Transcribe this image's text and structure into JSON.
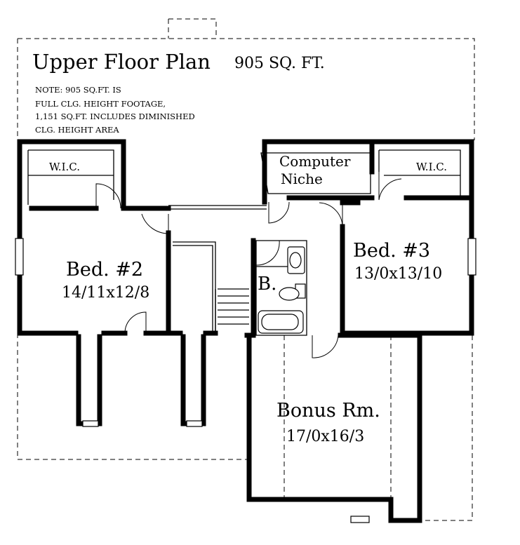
{
  "title": "Upper Floor Plan",
  "area": "905 SQ. FT.",
  "note_lines": [
    "NOTE: 905 SQ.FT. IS",
    "FULL CLG. HEIGHT FOOTAGE,",
    "1,151 SQ.FT. INCLUDES DIMINISHED",
    "CLG. HEIGHT AREA"
  ],
  "rooms": {
    "wic_left": {
      "label": "W.I.C."
    },
    "wic_right": {
      "label": "W.I.C."
    },
    "computer_niche": {
      "line1": "Computer",
      "line2": "Niche"
    },
    "bed2": {
      "label": "Bed. #2",
      "dims": "14/11x12/8"
    },
    "bed3": {
      "label": "Bed. #3",
      "dims": "13/0x13/10"
    },
    "bath": {
      "label": "B."
    },
    "bonus": {
      "label": "Bonus Rm.",
      "dims": "17/0x16/3"
    }
  }
}
